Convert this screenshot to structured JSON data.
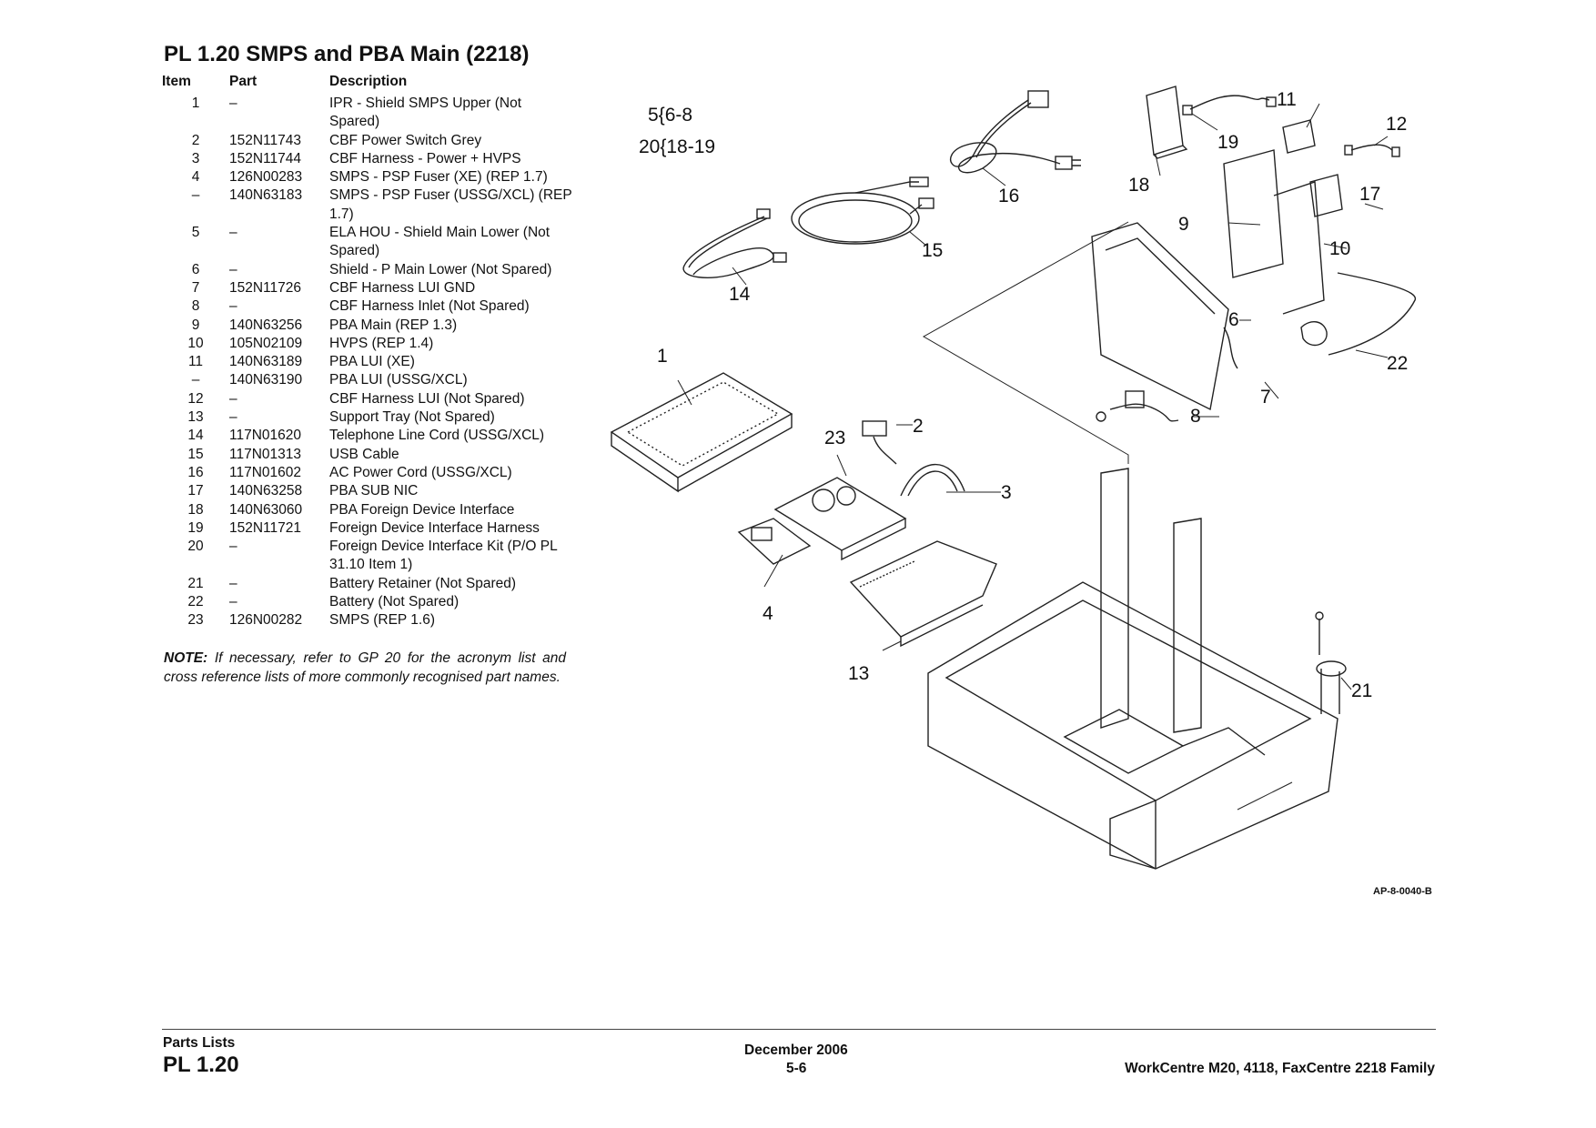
{
  "title": "PL 1.20 SMPS and PBA Main (2218)",
  "table": {
    "headers": {
      "item": "Item",
      "part": "Part",
      "description": "Description"
    },
    "rows": [
      {
        "item": "1",
        "part": "–",
        "description": "IPR - Shield SMPS Upper (Not Spared)"
      },
      {
        "item": "2",
        "part": "152N11743",
        "description": "CBF Power Switch Grey"
      },
      {
        "item": "3",
        "part": "152N11744",
        "description": "CBF Harness - Power + HVPS"
      },
      {
        "item": "4",
        "part": "126N00283",
        "description": "SMPS - PSP Fuser (XE) (REP 1.7)"
      },
      {
        "item": "–",
        "part": "140N63183",
        "description": "SMPS - PSP Fuser (USSG/XCL) (REP 1.7)"
      },
      {
        "item": "5",
        "part": "–",
        "description": "ELA HOU - Shield Main Lower (Not Spared)"
      },
      {
        "item": "6",
        "part": "–",
        "description": "Shield - P Main Lower (Not Spared)"
      },
      {
        "item": "7",
        "part": "152N11726",
        "description": "CBF Harness LUI GND"
      },
      {
        "item": "8",
        "part": "–",
        "description": "CBF Harness Inlet (Not Spared)"
      },
      {
        "item": "9",
        "part": "140N63256",
        "description": "PBA Main (REP 1.3)"
      },
      {
        "item": "10",
        "part": "105N02109",
        "description": "HVPS (REP 1.4)"
      },
      {
        "item": "11",
        "part": "140N63189",
        "description": "PBA LUI (XE)"
      },
      {
        "item": "–",
        "part": "140N63190",
        "description": "PBA LUI (USSG/XCL)"
      },
      {
        "item": "12",
        "part": "–",
        "description": "CBF Harness LUI (Not Spared)"
      },
      {
        "item": "13",
        "part": "–",
        "description": "Support Tray (Not Spared)"
      },
      {
        "item": "14",
        "part": "117N01620",
        "description": "Telephone Line Cord (USSG/XCL)"
      },
      {
        "item": "15",
        "part": "117N01313",
        "description": "USB Cable"
      },
      {
        "item": "16",
        "part": "117N01602",
        "description": "AC Power Cord (USSG/XCL)"
      },
      {
        "item": "17",
        "part": "140N63258",
        "description": "PBA SUB NIC"
      },
      {
        "item": "18",
        "part": "140N63060",
        "description": "PBA Foreign Device Interface"
      },
      {
        "item": "19",
        "part": "152N11721",
        "description": "Foreign Device Interface Harness"
      },
      {
        "item": "20",
        "part": "–",
        "description": "Foreign Device Interface Kit (P/O PL 31.10 Item 1)"
      },
      {
        "item": "21",
        "part": "–",
        "description": "Battery Retainer (Not Spared)"
      },
      {
        "item": "22",
        "part": "–",
        "description": "Battery (Not Spared)"
      },
      {
        "item": "23",
        "part": "126N00282",
        "description": "SMPS (REP 1.6)"
      }
    ]
  },
  "note": {
    "label": "NOTE:",
    "text": " If necessary, refer to GP 20 for the acronym list and cross reference lists of more commonly recognised part names."
  },
  "figure": {
    "group_labels": [
      "5{6-8",
      "20{18-19"
    ],
    "callouts": [
      "1",
      "2",
      "3",
      "4",
      "6",
      "7",
      "8",
      "9",
      "10",
      "11",
      "12",
      "13",
      "14",
      "15",
      "16",
      "17",
      "18",
      "19",
      "21",
      "22",
      "23"
    ],
    "reference": "AP-8-0040-B"
  },
  "footer": {
    "section": "Parts Lists",
    "pl": "PL 1.20",
    "date": "December 2006",
    "page": "5-6",
    "product": "WorkCentre M20, 4118, FaxCentre 2218 Family"
  }
}
